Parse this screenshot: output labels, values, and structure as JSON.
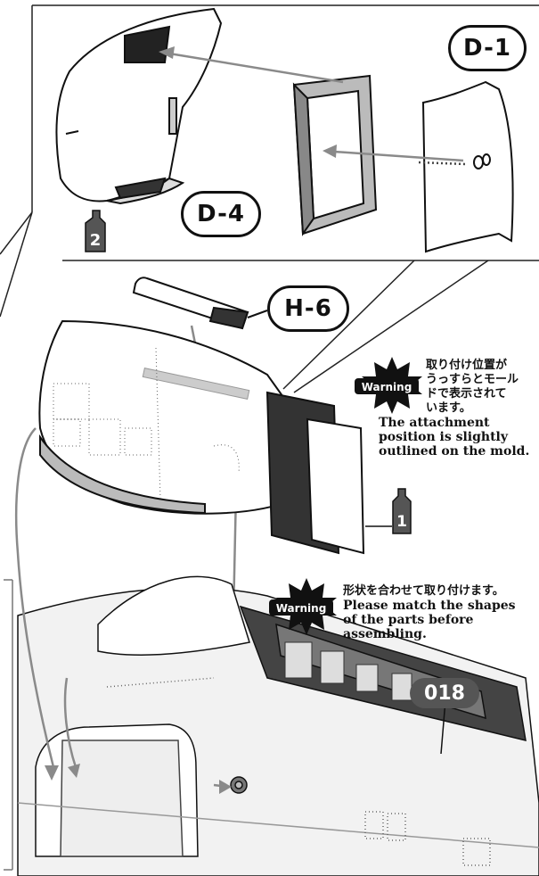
{
  "callouts": {
    "d1": "D-1",
    "d4": "D-4",
    "h6": "H-6"
  },
  "paint_markers": {
    "top": "2",
    "middle": "1"
  },
  "warnings": [
    {
      "badge": "Warning",
      "jp_lines": [
        "取り付け位置が",
        "うっすらとモール",
        "ドで表示されて",
        "います。"
      ],
      "en_lines": [
        "The attachment",
        "position is slightly",
        "outlined on the mold."
      ]
    },
    {
      "badge": "Warning",
      "jp_lines": [
        "形状を合わせて取り付けます。"
      ],
      "en_lines": [
        "Please match the shapes",
        "of the parts before",
        "assembling."
      ]
    }
  ],
  "step_badge": "018",
  "colors": {
    "outline": "#111111",
    "panel_fill": "#ffffff",
    "marker_gray": "#555555",
    "arrow_gray": "#8a8a8a",
    "burst": "#111111"
  }
}
